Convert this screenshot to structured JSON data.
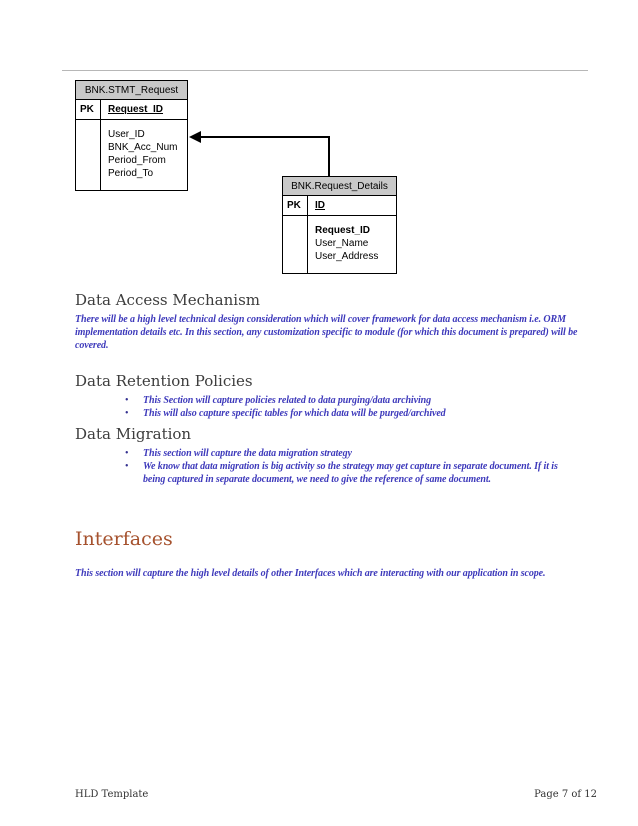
{
  "colors": {
    "body_text_blue": "#3d39bb",
    "heading_gray": "#3d3d3d",
    "interfaces_heading_orange": "#a5512d",
    "table_header_bg": "#c9c9c9",
    "divider_gray": "#b7b7b7"
  },
  "diagram": {
    "tables": [
      {
        "title": "BNK.STMT_Request",
        "pk_label": "PK",
        "pk_field": "Request_ID",
        "fields": [
          "User_ID",
          "BNK_Acc_Num",
          "Period_From",
          "Period_To"
        ]
      },
      {
        "title": "BNK.Request_Details",
        "pk_label": "PK",
        "pk_field": "ID",
        "fields": [
          "Request_ID",
          "User_Name",
          "User_Address"
        ]
      }
    ]
  },
  "sections": {
    "data_access": {
      "heading": "Data Access Mechanism",
      "body": "There will be a high level technical design consideration which will cover framework for data access mechanism i.e. ORM implementation details etc. In this section, any customization specific to module (for which this document is prepared) will be covered."
    },
    "data_retention": {
      "heading": "Data Retention Policies",
      "bullets": [
        "This Section will capture policies related to data purging/data archiving",
        "This will also capture specific tables for which data will be purged/archived"
      ]
    },
    "data_migration": {
      "heading": "Data Migration",
      "bullets": [
        "This section will capture the data migration strategy",
        "We know that data migration is big activity so the strategy may get capture in separate document. If it is being captured in separate document, we need to give the reference of same document."
      ]
    },
    "interfaces": {
      "heading": "Interfaces",
      "body": "This section will capture the high level details of other Interfaces which are interacting with our application in scope."
    }
  },
  "footer": {
    "left": "HLD Template",
    "right": "Page 7 of 12"
  },
  "bullet_glyph": "•"
}
